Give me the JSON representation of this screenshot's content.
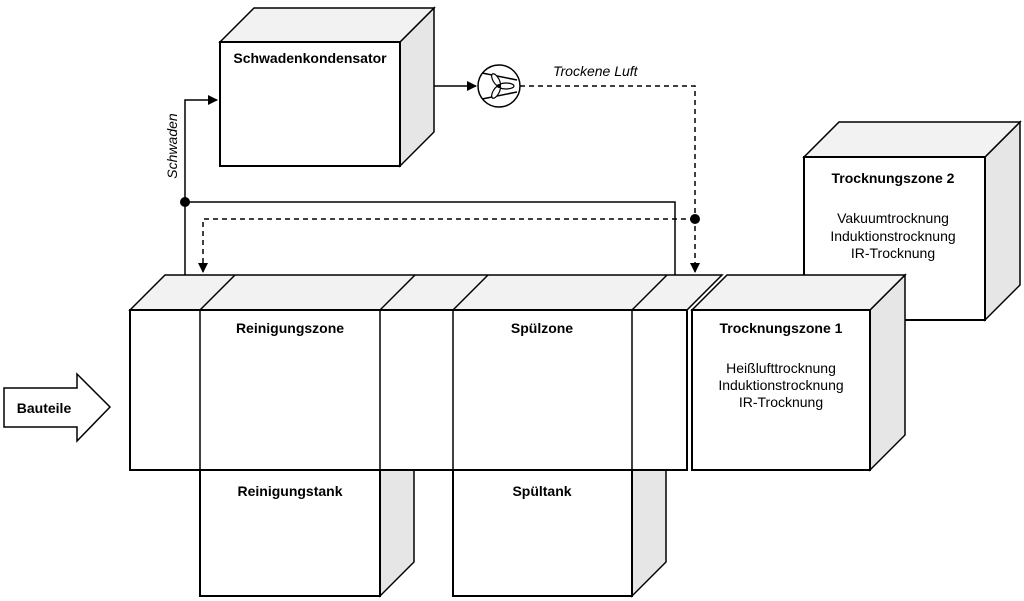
{
  "labels": {
    "schwadenkondensator": "Schwadenkondensator",
    "trockene_luft": "Trockene Luft",
    "schwaden": "Schwaden",
    "bauteile": "Bauteile",
    "reinigungszone": "Reinigungszone",
    "spuelzone": "Spülzone",
    "reinigungstank": "Reinigungstank",
    "spueltank": "Spültank",
    "trocknungszone1": {
      "title": "Trocknungszone 1",
      "items": [
        "Heißlufttrocknung",
        "Induktionstrocknung",
        "IR-Trocknung"
      ]
    },
    "trocknungszone2": {
      "title": "Trocknungszone 2",
      "items": [
        "Vakuumtrocknung",
        "Induktionstrocknung",
        "IR-Trocknung"
      ]
    }
  }
}
